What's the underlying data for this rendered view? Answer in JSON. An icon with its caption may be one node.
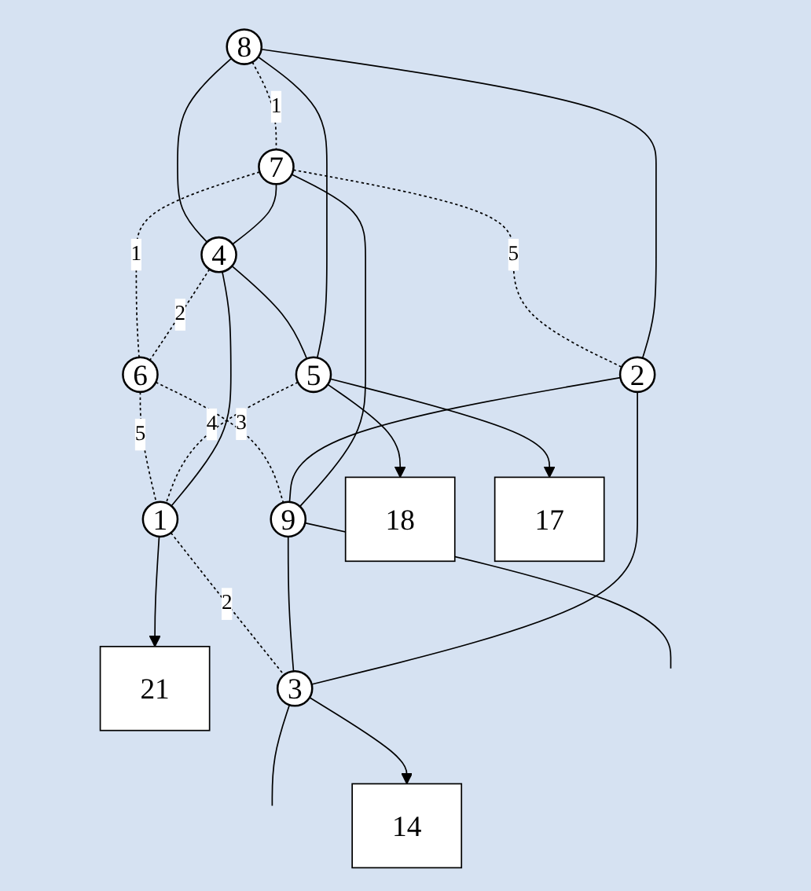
{
  "diagram": {
    "nodes": [
      {
        "text": [
          "8"
        ]
      },
      {
        "text": [
          "7"
        ]
      },
      {
        "text": [
          "2"
        ]
      },
      {
        "text": [
          "4"
        ]
      },
      {
        "text": [
          "6"
        ]
      },
      {
        "text": [
          "9"
        ]
      },
      {
        "text": [
          "21"
        ]
      },
      {
        "text": [
          "5"
        ]
      },
      {
        "text": [
          "1"
        ]
      },
      {
        "text": [
          "3"
        ]
      },
      {
        "text": [
          "18"
        ]
      },
      {
        "text": [
          "17"
        ]
      },
      {
        "text": [
          "14"
        ]
      }
    ],
    "edges": [
      {
        "from": 0,
        "to": 1,
        "arrow": "none",
        "style": "dashed",
        "label": "1"
      },
      {
        "from": 1,
        "to": 2,
        "arrow": "none",
        "style": "dashed",
        "label": "5"
      },
      {
        "from": 1,
        "to": 4,
        "arrow": "none",
        "style": "dashed",
        "label": "1"
      },
      {
        "from": 3,
        "to": 4,
        "arrow": "none",
        "style": "dashed",
        "label": "2"
      },
      {
        "from": 4,
        "to": 5,
        "arrow": "none",
        "style": "dashed",
        "label": "3"
      },
      {
        "from": 4,
        "to": 8,
        "arrow": "none",
        "style": "dashed",
        "label": "5"
      },
      {
        "from": 7,
        "to": 8,
        "arrow": "none",
        "style": "dashed",
        "label": "4"
      },
      {
        "from": 8,
        "to": 9,
        "arrow": "none",
        "style": "dashed",
        "label": "2"
      },
      {
        "from": 0,
        "to": 3,
        "arrow": "none"
      },
      {
        "from": 3,
        "to": 7,
        "arrow": "none"
      },
      {
        "from": 2,
        "to": 5,
        "arrow": "none"
      },
      {
        "from": 5,
        "to": 9,
        "arrow": "none"
      },
      {
        "from": 0,
        "to": 2,
        "arrow": "none"
      },
      {
        "from": 0,
        "to": 7,
        "arrow": "none"
      },
      {
        "from": 2,
        "to": 9,
        "arrow": "none"
      },
      {
        "from": 9,
        "to": null,
        "arrow": "none"
      },
      {
        "from": 1,
        "to": 3,
        "arrow": "none"
      },
      {
        "from": 1,
        "to": 5,
        "arrow": "none"
      },
      {
        "from": 3,
        "to": 8,
        "arrow": "none"
      },
      {
        "from": 5,
        "to": null,
        "arrow": "none"
      },
      {
        "from": 8,
        "to": 6,
        "arrow": "to"
      },
      {
        "from": 7,
        "to": 10,
        "arrow": "to"
      },
      {
        "from": 7,
        "to": 11,
        "arrow": "to"
      },
      {
        "from": 9,
        "to": 12,
        "arrow": "to"
      }
    ]
  }
}
